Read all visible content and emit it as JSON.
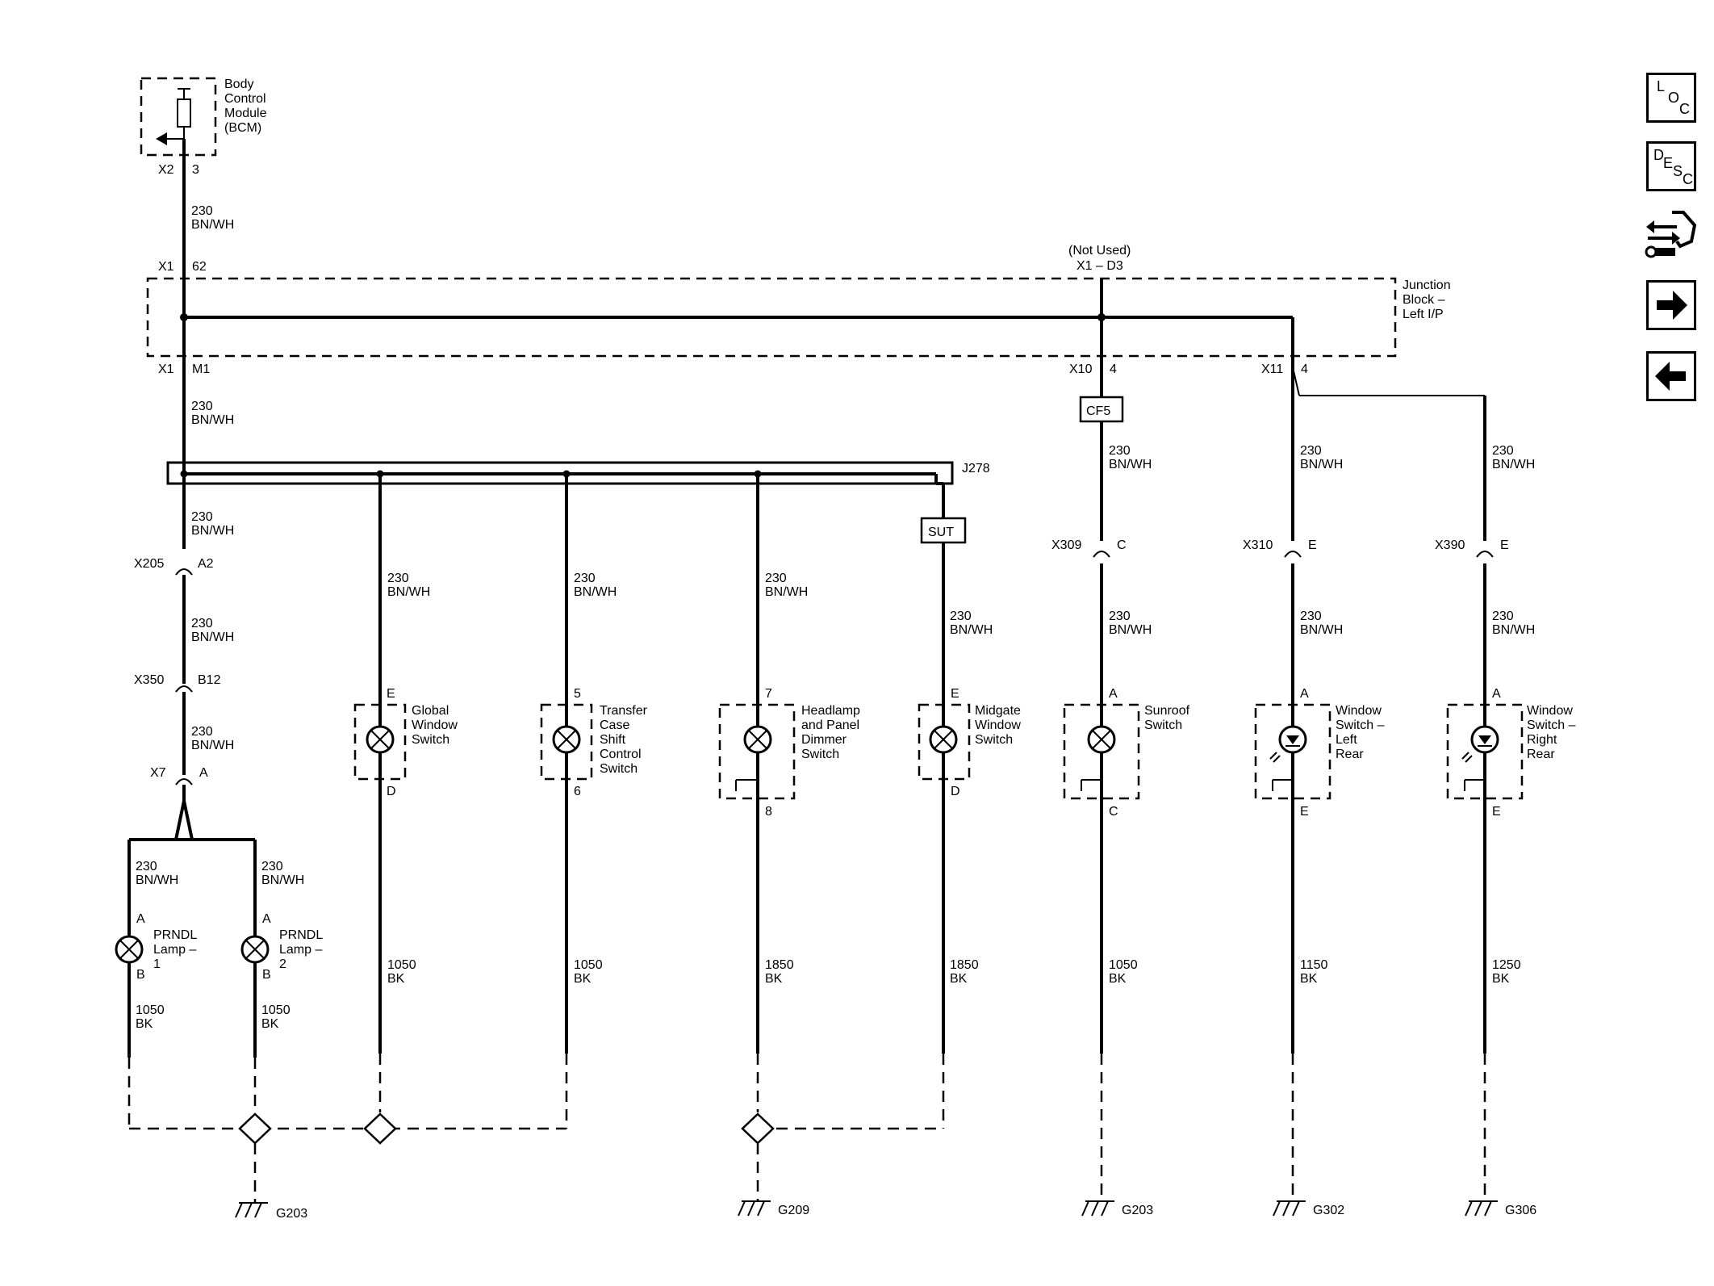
{
  "modules": {
    "bcm": {
      "label": [
        "Body",
        "Control",
        "Module",
        "(BCM)"
      ],
      "conn": "X2",
      "pin": "3"
    },
    "junction_block": {
      "label": [
        "Junction",
        "Block –",
        "Left I/P"
      ],
      "not_used": "(Not Used)",
      "not_used_pin": "X1 – D3"
    }
  },
  "connectors": {
    "x1_62": {
      "conn": "X1",
      "pin": "62"
    },
    "x1_m1": {
      "conn": "X1",
      "pin": "M1"
    },
    "x10_4": {
      "conn": "X10",
      "pin": "4"
    },
    "x11_4": {
      "conn": "X11",
      "pin": "4"
    },
    "x205": {
      "conn": "X205",
      "pin": "A2"
    },
    "x350": {
      "conn": "X350",
      "pin": "B12"
    },
    "x7": {
      "conn": "X7",
      "pin": "A"
    },
    "x309": {
      "conn": "X309",
      "pin": "C"
    },
    "x310": {
      "conn": "X310",
      "pin": "E"
    },
    "x390": {
      "conn": "X390",
      "pin": "E"
    }
  },
  "splice": {
    "label": "J278"
  },
  "inline_labels": {
    "cf5": "CF5",
    "sut": "SUT"
  },
  "wires": {
    "w230": [
      "230",
      "BN/WH"
    ],
    "w1050": [
      "1050",
      "BK"
    ],
    "w1150": [
      "1150",
      "BK"
    ],
    "w1250": [
      "1250",
      "BK"
    ],
    "w1850": [
      "1850",
      "BK"
    ]
  },
  "components": {
    "global": {
      "label": [
        "Global",
        "Window",
        "Switch"
      ],
      "top": "E",
      "bottom": "D"
    },
    "transfer": {
      "label": [
        "Transfer",
        "Case",
        "Shift",
        "Control",
        "Switch"
      ],
      "top": "5",
      "bottom": "6"
    },
    "headlamp": {
      "label": [
        "Headlamp",
        "and Panel",
        "Dimmer",
        "Switch"
      ],
      "top": "7",
      "bottom": "8"
    },
    "midgate": {
      "label": [
        "Midgate",
        "Window",
        "Switch"
      ],
      "top": "E",
      "bottom": "D"
    },
    "sunroof": {
      "label": [
        "Sunroof",
        "Switch"
      ],
      "top": "A",
      "bottom": "C"
    },
    "left_rear": {
      "label": [
        "Window",
        "Switch –",
        "Left",
        "Rear"
      ],
      "top": "A",
      "bottom": "E"
    },
    "right_rear": {
      "label": [
        "Window",
        "Switch –",
        "Right",
        "Rear"
      ],
      "top": "A",
      "bottom": "E"
    },
    "prndl1": {
      "label": [
        "PRNDL",
        "Lamp –",
        "1"
      ],
      "top": "A",
      "bottom": "B"
    },
    "prndl2": {
      "label": [
        "PRNDL",
        "Lamp –",
        "2"
      ],
      "top": "A",
      "bottom": "B"
    }
  },
  "grounds": {
    "g203a": "G203",
    "g209": "G209",
    "g203b": "G203",
    "g302": "G302",
    "g306": "G306"
  },
  "nav": {
    "loc": [
      "L",
      "O",
      "C"
    ],
    "desc": [
      "D",
      "E",
      "S",
      "C"
    ],
    "icons": [
      "connector-view-icon",
      "next-arrow-icon",
      "previous-arrow-icon"
    ]
  }
}
